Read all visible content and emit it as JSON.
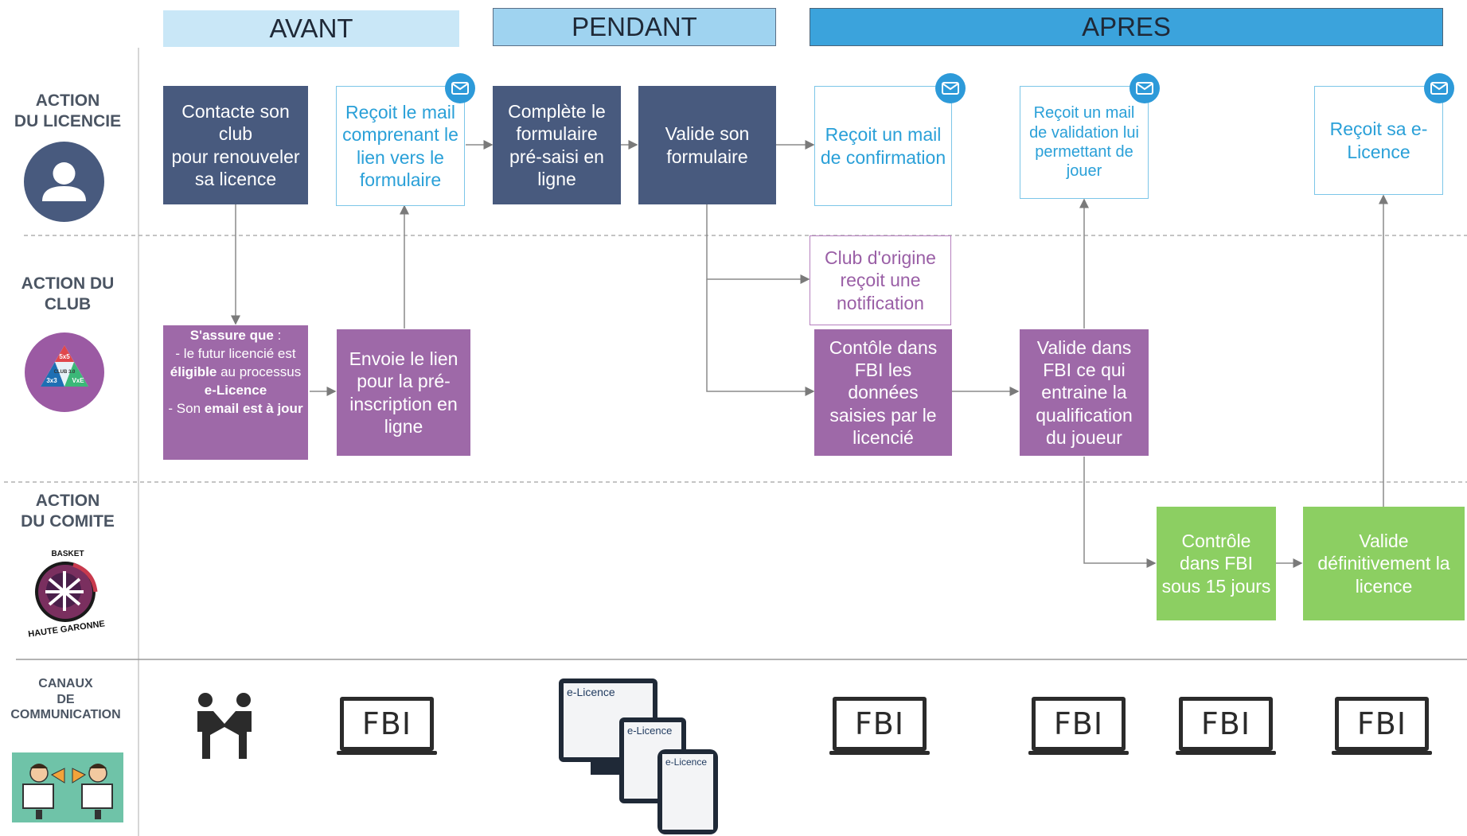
{
  "phases": [
    "AVANT",
    "PENDANT",
    "APRES"
  ],
  "rows": {
    "licencie": "ACTION\nDU LICENCIE",
    "club": "ACTION DU\nCLUB",
    "comite": "ACTION\nDU COMITE",
    "canaux": "CANAUX\nDE\nCOMMUNICATION"
  },
  "boxes": {
    "contacte": "Contacte son club\npour renouveler sa licence",
    "recoit_lien": "Reçoit le mail comprenant le lien vers le formulaire",
    "complete": "Complète le formulaire pré-saisi en ligne",
    "valide_form": "Valide son formulaire",
    "recoit_confirmation": "Reçoit un mail de confirmation",
    "recoit_validation": "Reçoit un mail de validation lui permettant de jouer",
    "recoit_elicence": "Reçoit sa e-Licence",
    "club_origine": "Club d'origine reçoit une notification",
    "envoie_lien": "Envoie le lien pour la pré-inscription en ligne",
    "controle_club": "Contôle dans FBI les données saisies par le licencié",
    "valide_club": "Valide dans FBI ce qui entraine la qualification du joueur",
    "controle_comite": "Contrôle dans FBI sous 15 jours",
    "valide_comite": "Valide définitivement la licence"
  },
  "assure": {
    "title": "S'assure que",
    "colon": " :",
    "l1a": "- le futur licencié est ",
    "l1b": "éligible",
    "l1c": " au processus ",
    "l1d": "e-Licence",
    "l2a": "- Son ",
    "l2b": "email est à jour"
  },
  "logo": {
    "club_badge": [
      "5x5",
      "CLUB 3.0",
      "3x3",
      "VxE"
    ],
    "basket": "BASKET",
    "haute_garonne": "HAUTE GARONNE"
  },
  "channels": {
    "fbi": "FBI",
    "elicence": "e-Licence"
  },
  "icons": {
    "mail": "envelope-icon",
    "user": "user-icon",
    "handshake": "handshake-icon",
    "laptop": "laptop-icon"
  },
  "colors": {
    "licencie_box": "#485a7e",
    "licencie_outline": "#2aa0d8",
    "club_box": "#9e69a8",
    "comite_box": "#8ccf62",
    "mail_badge": "#2d9ad9",
    "avant": "#c9e7f7",
    "pendant": "#9fd3f0",
    "apres": "#3ba3dc"
  }
}
